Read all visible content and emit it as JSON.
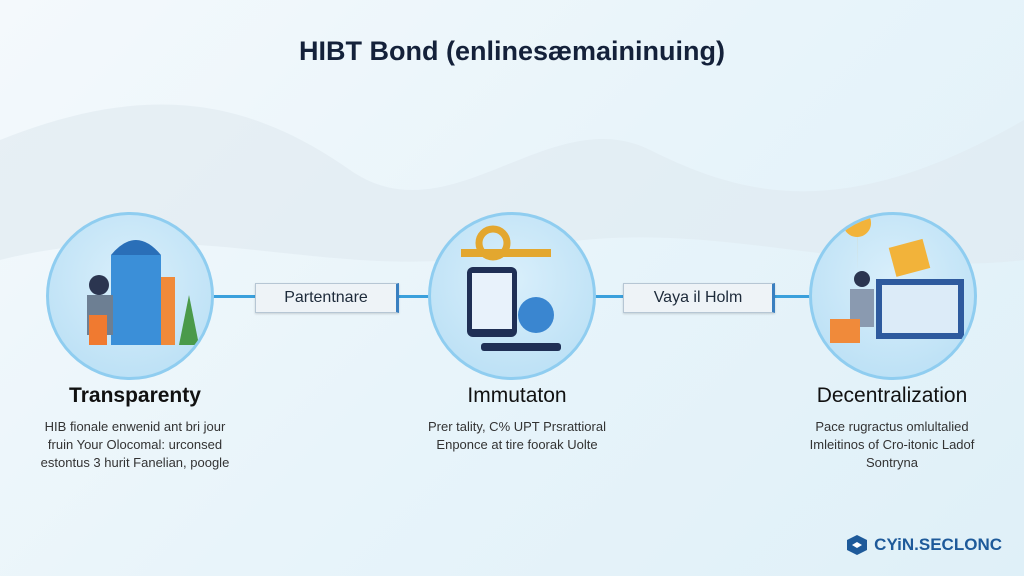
{
  "title": "HIBT Bond (enlinesæmaininuing)",
  "steps": [
    {
      "heading": "Transparenty",
      "lines": [
        "HIB fionale enwenid ant bri jour",
        "fruin Your Olocomal: urconsed",
        "estontus 3 hurit Fanelian, poogle"
      ]
    },
    {
      "heading": "Immutaton",
      "lines": [
        "Prer tality, C% UPT Prsrattioral",
        "Enponce at tire foorak Uolte"
      ]
    },
    {
      "heading": "Decentralization",
      "lines": [
        "Pace rugractus omlultalied",
        "Imleitinos of Cro-itonic Ladof",
        "Sontryna"
      ]
    }
  ],
  "connectors": [
    "Partentnare",
    "Vaya il Holm"
  ],
  "brand": "CYiN.SECLONC",
  "colors": {
    "accent": "#3aa0dc",
    "title": "#14213a",
    "brand": "#1e5a9a"
  }
}
